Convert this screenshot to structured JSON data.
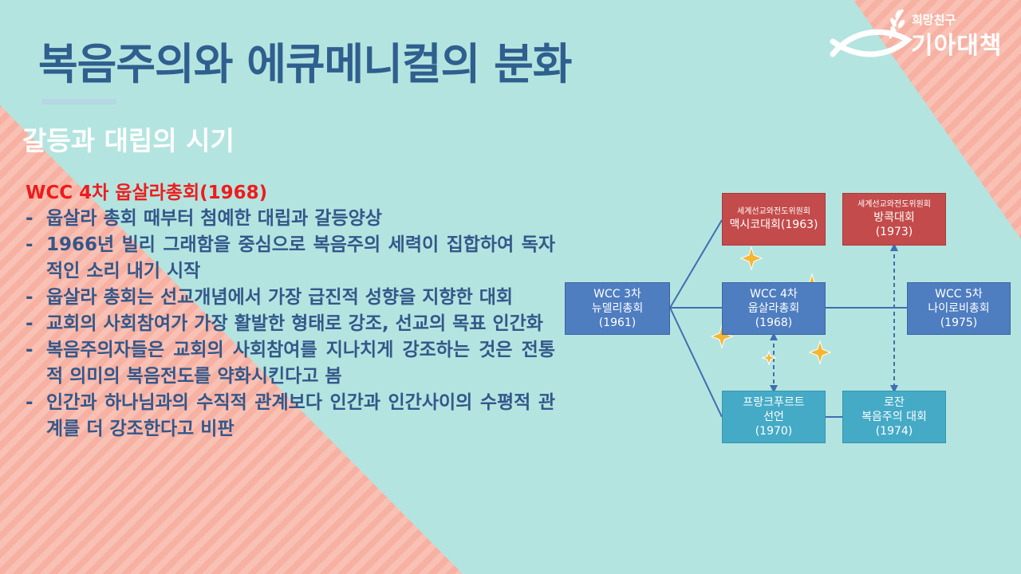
{
  "header": {
    "title": "복음주의와 에큐메니컬의 분화",
    "subtitle": "갈등과 대립의 시기"
  },
  "logo": {
    "small_text": "희망친구",
    "big_text": "기아대책"
  },
  "content": {
    "heading": "WCC 4차 웁살라총회(1968)",
    "bullets": [
      "웁살라 총회 때부터 첨예한 대립과 갈등양상",
      "1966년 빌리 그래함을 중심으로 복음주의 세력이 집합하여 독자적인 소리 내기 시작",
      "웁살라 총회는 선교개념에서 가장 급진적 성향을 지향한 대회",
      "교회의 사회참여가 가장 활발한 형태로 강조, 선교의 목표 인간화",
      "복음주의자들은 교회의 사회참여를 지나치게 강조하는 것은 전통적 의미의 복음전도를 약화시킨다고 봄",
      "인간과 하나님과의 수직적 관계보다 인간과 인간사이의 수평적 관계를 더 강조한다고 비판"
    ]
  },
  "diagram": {
    "wcc3": {
      "line1": "WCC 3차",
      "line2": "뉴델리총회",
      "line3": "(1961)"
    },
    "mexico": {
      "small": "세계선교와전도위원회",
      "line1": "맥시코대회(1963)"
    },
    "bangkok": {
      "small": "세계선교와전도위원회",
      "line1": "방콕대회",
      "line2": "(1973)"
    },
    "wcc4": {
      "line1": "WCC 4차",
      "line2": "웁살라총회",
      "line3": "(1968)"
    },
    "wcc5": {
      "line1": "WCC 5차",
      "line2": "나이로비총회",
      "line3": "(1975)"
    },
    "frankfurt": {
      "line1": "프랑크푸르트",
      "line2": "선언",
      "line3": "(1970)"
    },
    "lausanne": {
      "line1": "로잔",
      "line2": "복음주의 대회",
      "line3": "(1974)"
    }
  },
  "colors": {
    "title": "#2f5f8e",
    "heading": "#ee1c1c",
    "bullet_text": "#33578a",
    "box_blue": "#4e7dc0",
    "box_red": "#c44b4b",
    "box_cyan": "#45aac6",
    "teal_background": "#b4e4df",
    "salmon_background": "#f7b7aa",
    "sparkle": "#f5b731"
  }
}
